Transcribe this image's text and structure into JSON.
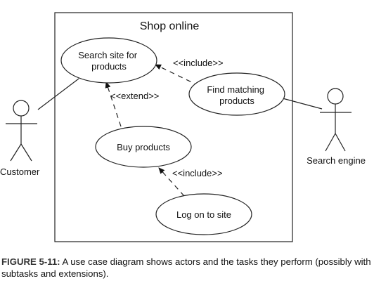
{
  "diagram": {
    "system_boundary": {
      "title": "Shop online"
    },
    "actors": [
      {
        "id": "customer",
        "label": "Customer"
      },
      {
        "id": "search-engine",
        "label": "Search engine"
      }
    ],
    "use_cases": [
      {
        "id": "search-site",
        "lines": [
          "Search site for",
          "products"
        ]
      },
      {
        "id": "find-matching",
        "lines": [
          "Find matching",
          "products"
        ]
      },
      {
        "id": "buy-products",
        "lines": [
          "Buy products"
        ]
      },
      {
        "id": "log-on",
        "lines": [
          "Log on to site"
        ]
      }
    ],
    "relationships": [
      {
        "from": "find-matching",
        "to": "search-site",
        "label": "<<include>>"
      },
      {
        "from": "buy-products",
        "to": "search-site",
        "label": "<<extend>>"
      },
      {
        "from": "log-on",
        "to": "buy-products",
        "label": "<<include>>"
      }
    ],
    "associations": [
      {
        "actor": "customer",
        "use_case": "search-site"
      },
      {
        "actor": "search-engine",
        "use_case": "find-matching"
      }
    ]
  },
  "caption": {
    "label": "FIGURE 5-11:",
    "text": " A use case diagram shows actors and the tasks they perform (possibly with subtasks and extensions)."
  }
}
